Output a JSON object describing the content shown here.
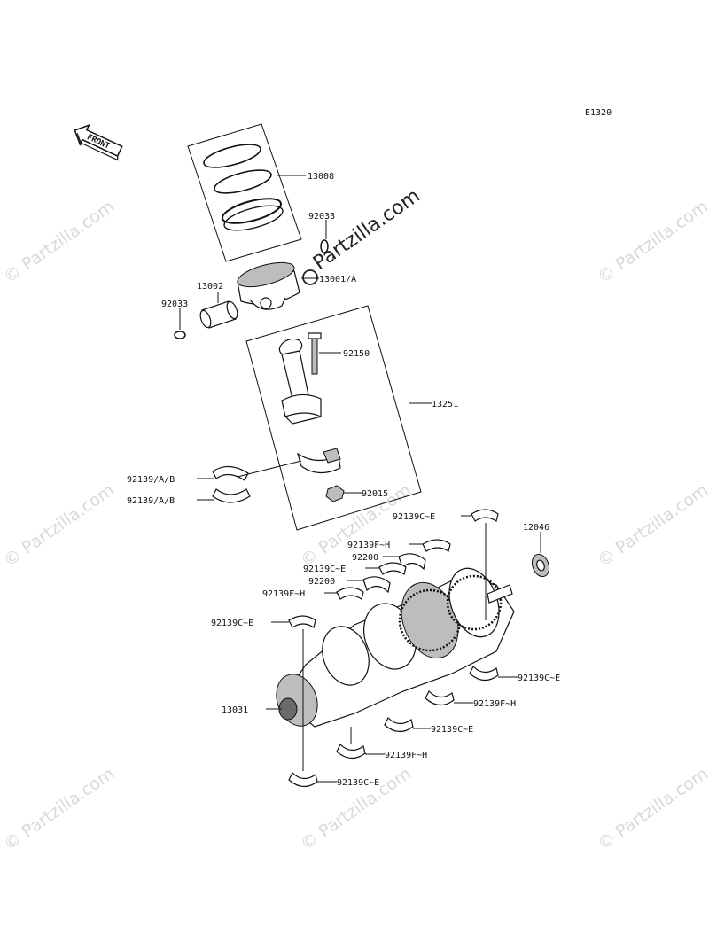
{
  "diagram_code": "E1320",
  "front_label": "FRONT",
  "watermark_main": "Partzilla.com",
  "watermark_repeat": "© Partzilla.com",
  "labels": {
    "rings": "13008",
    "clip_top": "92033",
    "piston": "13001/A",
    "pin": "13002",
    "clip_left": "92033",
    "bolt": "92150",
    "conrod": "13251",
    "rod_bearing_1": "92139/A/B",
    "rod_bearing_2": "92139/A/B",
    "nut": "92015",
    "gear": "12046",
    "mb_top_1": "92139C~E",
    "mb_top_2": "92139F~H",
    "thrust_1": "92200",
    "mb_top_3": "92139C~E",
    "thrust_2": "92200",
    "mb_top_4": "92139F~H",
    "mb_top_5": "92139C~E",
    "crankshaft": "13031",
    "mb_bot_1": "92139C~E",
    "mb_bot_2": "92139F~H",
    "mb_bot_3": "92139C~E",
    "mb_bot_4": "92139F~H",
    "mb_bot_5": "92139C~E"
  }
}
